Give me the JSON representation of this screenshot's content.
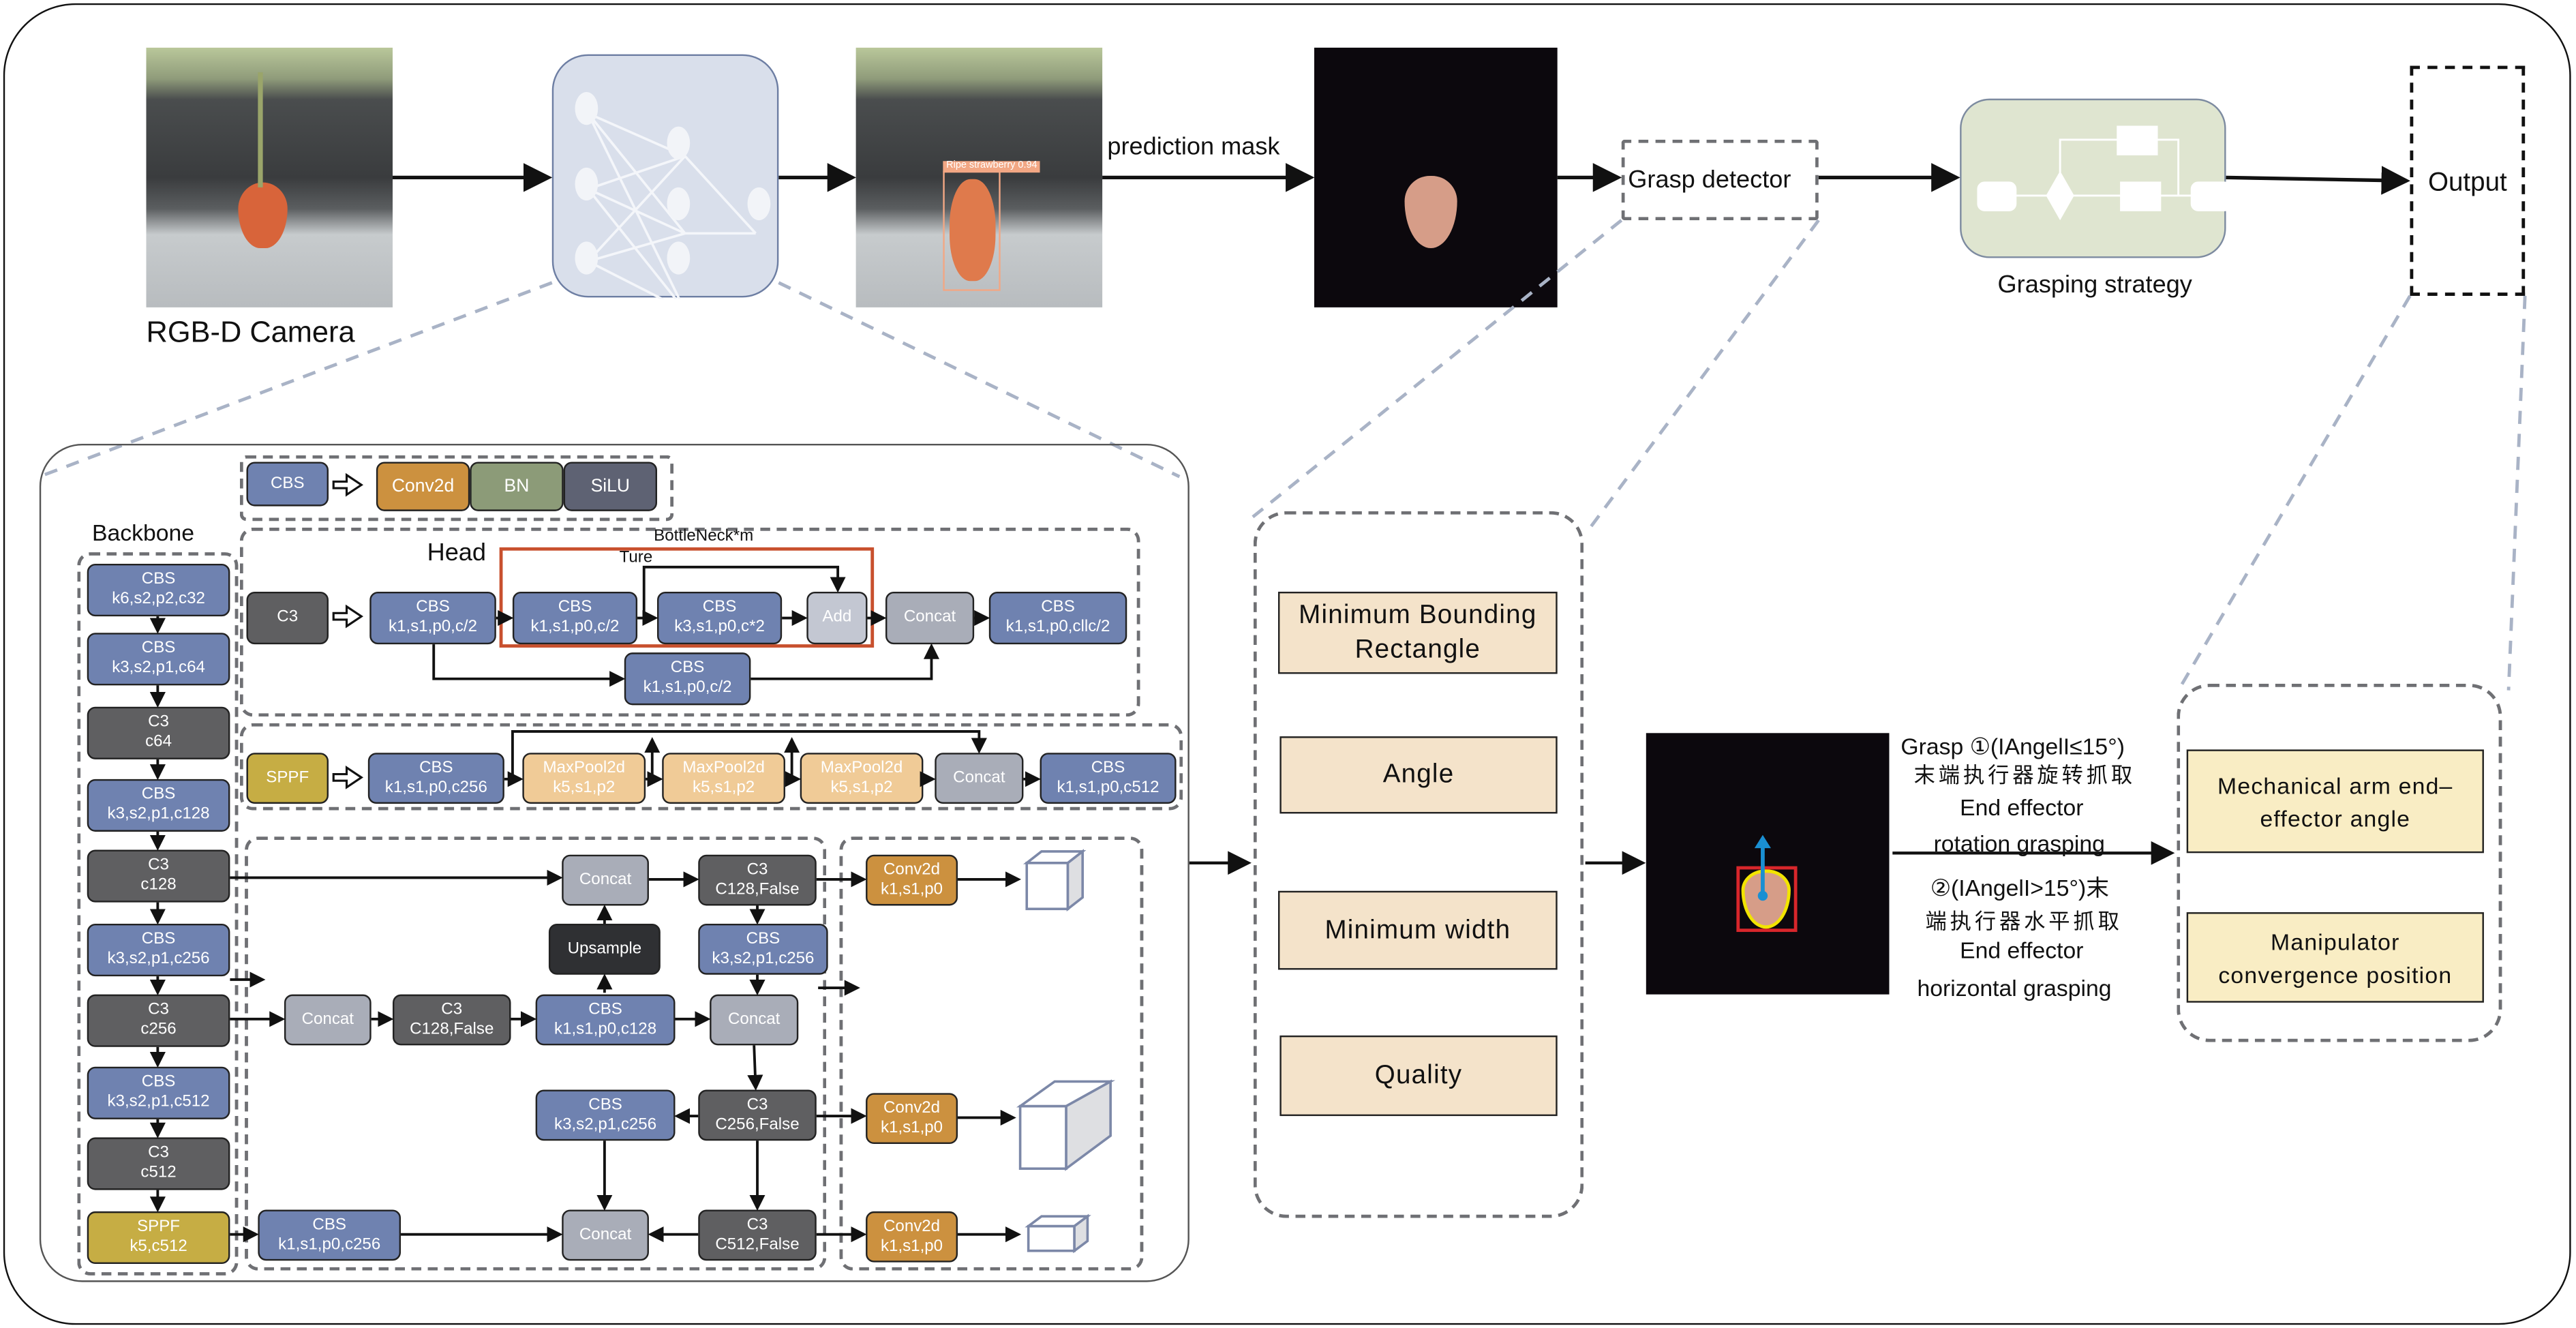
{
  "pipeline": {
    "camera_label": "RGB-D Camera",
    "detection_label": "Ripe strawberry 0.94",
    "arrow_label": "prediction mask",
    "grasp_detector_label": "Grasp detector",
    "strategy_label": "Grasping strategy",
    "output_label": "Output"
  },
  "network": {
    "cbs_legend": {
      "cbs": "CBS",
      "conv2d": "Conv2d",
      "bn": "BN",
      "silu": "SiLU"
    },
    "backbone_title": "Backbone",
    "head_title": "Head",
    "bottleneck_label": "BottleNeck*m",
    "true_label": "Ture",
    "backbone": [
      {
        "name": "CBS",
        "params": "k6,s2,p2,c32",
        "type": "cbs"
      },
      {
        "name": "CBS",
        "params": "k3,s2,p1,c64",
        "type": "cbs"
      },
      {
        "name": "C3",
        "params": "c64",
        "type": "c3"
      },
      {
        "name": "CBS",
        "params": "k3,s2,p1,c128",
        "type": "cbs"
      },
      {
        "name": "C3",
        "params": "c128",
        "type": "c3"
      },
      {
        "name": "CBS",
        "params": "k3,s2,p1,c256",
        "type": "cbs"
      },
      {
        "name": "C3",
        "params": "c256",
        "type": "c3"
      },
      {
        "name": "CBS",
        "params": "k3,s2,p1,c512",
        "type": "cbs"
      },
      {
        "name": "C3",
        "params": "c512",
        "type": "c3"
      },
      {
        "name": "SPPF",
        "params": "k5,c512",
        "type": "sppf"
      }
    ],
    "c3_detail": {
      "c3": "C3",
      "cbs_a": {
        "name": "CBS",
        "params": "k1,s1,p0,c/2"
      },
      "cbs_b": {
        "name": "CBS",
        "params": "k1,s1,p0,c/2"
      },
      "cbs_c": {
        "name": "CBS",
        "params": "k3,s1,p0,c*2"
      },
      "add": "Add",
      "concat": "Concat",
      "cbs_out": {
        "name": "CBS",
        "params": "k1,s1,p0,cllc/2"
      },
      "cbs_skip": {
        "name": "CBS",
        "params": "k1,s1,p0,c/2"
      }
    },
    "sppf_detail": {
      "sppf": "SPPF",
      "cbs_in": {
        "name": "CBS",
        "params": "k1,s1,p0,c256"
      },
      "maxpool": [
        {
          "name": "MaxPool2d",
          "params": "k5,s1,p2"
        },
        {
          "name": "MaxPool2d",
          "params": "k5,s1,p2"
        },
        {
          "name": "MaxPool2d",
          "params": "k5,s1,p2"
        }
      ],
      "concat": "Concat",
      "cbs_out": {
        "name": "CBS",
        "params": "k1,s1,p0,c512"
      }
    },
    "neck": {
      "concat_top": "Concat",
      "c3_top": {
        "name": "C3",
        "params": "C128,False"
      },
      "upsample": "Upsample",
      "cbs_mid_right": {
        "name": "CBS",
        "params": "k3,s2,p1,c256"
      },
      "concat_left": "Concat",
      "c3_left": {
        "name": "C3",
        "params": "C128,False"
      },
      "cbs_center": {
        "name": "CBS",
        "params": "k1,s1,p0,c128"
      },
      "concat_mid": "Concat",
      "cbs_low": {
        "name": "CBS",
        "params": "k3,s2,p1,c256"
      },
      "c3_mid": {
        "name": "C3",
        "params": "C256,False"
      },
      "cbs_bottom": {
        "name": "CBS",
        "params": "k1,s1,p0,c256"
      },
      "concat_bottom": "Concat",
      "c3_bottom": {
        "name": "C3",
        "params": "C512,False"
      }
    },
    "detect_heads": [
      {
        "name": "Conv2d",
        "params": "k1,s1,p0"
      },
      {
        "name": "Conv2d",
        "params": "k1,s1,p0"
      },
      {
        "name": "Conv2d",
        "params": "k1,s1,p0"
      }
    ]
  },
  "grasp_params": [
    "Minimum Bounding Rectangle",
    "Angle",
    "Minimum width",
    "Quality"
  ],
  "grasp_modes": {
    "line1": "Grasp ①(IAngelI≤15°)",
    "line2": "末端执行器旋转抓取",
    "line3": "End effector",
    "line4": "rotation grasping",
    "line5": "②(IAngelI>15°)末",
    "line6": "端执行器水平抓取",
    "line7": "End effector",
    "line8": "horizontal grasping"
  },
  "outputs": [
    "Mechanical arm end– effector angle",
    "Manipulator convergence position"
  ],
  "colors": {
    "cbs": "#6f82b0",
    "c3": "#5f5f61",
    "concat": "#a9adb8",
    "sppf": "#c6ad44",
    "maxpool": "#f0cb97",
    "conv2d": "#cc913f",
    "bn": "#8c9b78",
    "silu": "#5e6273",
    "bottleneck": "#c8502e",
    "param_fill": "#f4e3ca",
    "output_fill": "#f9edc4"
  }
}
